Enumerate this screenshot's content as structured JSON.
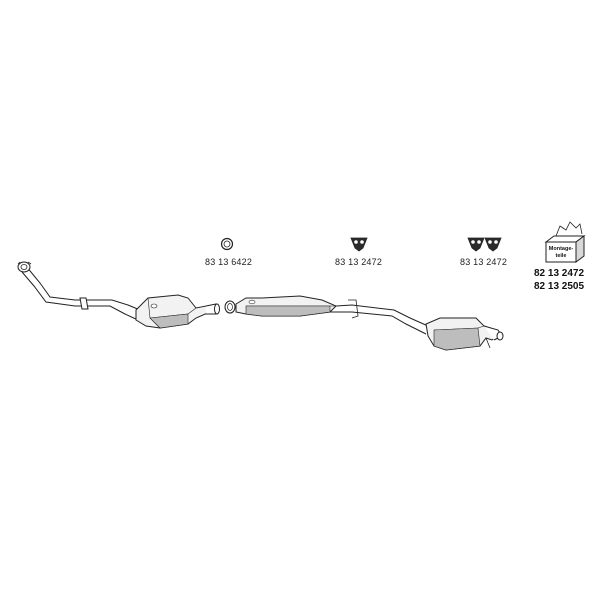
{
  "parts": [
    {
      "icon": "gasket-ring-icon",
      "number": "83 13 6422"
    },
    {
      "icon": "rubber-hanger-icon",
      "number": "83 13 2472"
    },
    {
      "icon": "rubber-hanger-pair-icon",
      "number": "83 13 2472"
    }
  ],
  "mounting_kit": {
    "box_label_line1": "Montage-",
    "box_label_line2": "teile",
    "numbers": [
      "82 13 2472",
      "82 13 2505"
    ]
  },
  "colors": {
    "line": "#222222",
    "fill_light": "#f2f2f2",
    "fill_shade": "#bdbdbd",
    "hanger_fill": "#2b2b2b"
  }
}
